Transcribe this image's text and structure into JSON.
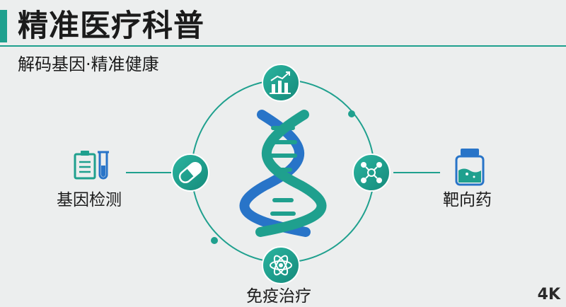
{
  "header": {
    "title": "精准医疗科普",
    "subtitle": "解码基因·精准健康"
  },
  "nodes": {
    "left_label": "基因检测",
    "right_label": "靶向药",
    "bottom_label": "免疫治疗"
  },
  "corner_mark": "4K",
  "colors": {
    "accent": "#1fa08e",
    "dna_blue": "#2874c8",
    "background": "#eceeee"
  },
  "icons": {
    "top": "bar-chart-icon",
    "left_outer": "clipboard-test-tube-icon",
    "left_inner": "capsule-icon",
    "right_inner": "molecule-icon",
    "right_outer": "medicine-bottle-icon",
    "bottom": "atom-icon",
    "center": "dna-icon"
  }
}
